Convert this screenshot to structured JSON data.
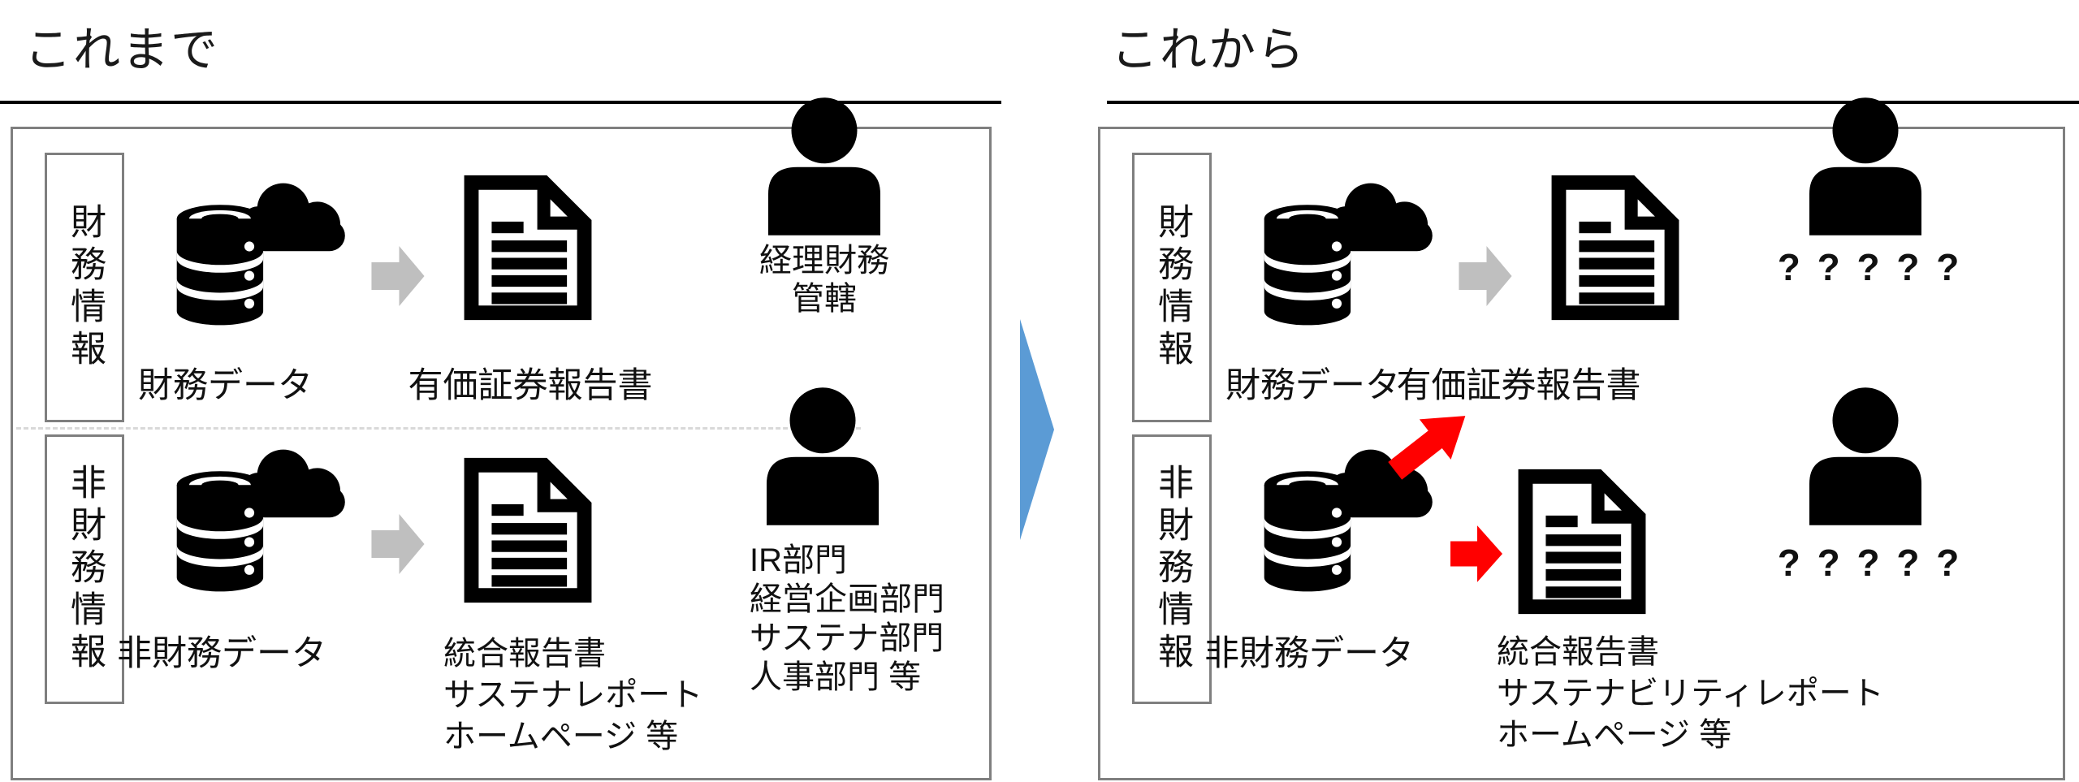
{
  "left_panel": {
    "title": "これまで",
    "financial_row": {
      "category": "財務情報",
      "data_label": "財務データ",
      "output_label": "有価証券報告書",
      "owner_lines": [
        "経理財務",
        "管轄"
      ]
    },
    "nonfinancial_row": {
      "category": "非財務情報",
      "data_label": "非財務データ",
      "output_lines": [
        "統合報告書",
        "サステナレポート",
        "ホームページ 等"
      ],
      "owner_lines": [
        "IR部門",
        "経営企画部門",
        "サステナ部門",
        "人事部門 等"
      ]
    }
  },
  "right_panel": {
    "title": "これから",
    "financial_row": {
      "category": "財務情報",
      "data_label": "財務データ",
      "output_label": "有価証券報告書",
      "owner_label": "? ? ? ? ?"
    },
    "nonfinancial_row": {
      "category": "非財務情報",
      "data_label": "非財務データ",
      "output_lines": [
        "統合報告書",
        "サステナビリティレポート",
        "ホームページ 等"
      ],
      "owner_label": "? ? ? ? ?"
    }
  },
  "icons": {
    "database_cloud": "data-source-icon",
    "document": "report-document-icon",
    "person": "person-icon",
    "gray_block_arrow": "flow-arrow-icon",
    "red_block_arrow": "new-flow-arrow-icon",
    "blue_transition_arrow": "transition-arrow-icon"
  },
  "colors": {
    "text": "#111111",
    "box_border": "#7f7f7f",
    "title_rule": "#000000",
    "gray_arrow": "#bfbfbf",
    "red_arrow": "#ff0000",
    "blue_arrow": "#5b9bd5",
    "dashed_divider": "#d9d9d9"
  }
}
